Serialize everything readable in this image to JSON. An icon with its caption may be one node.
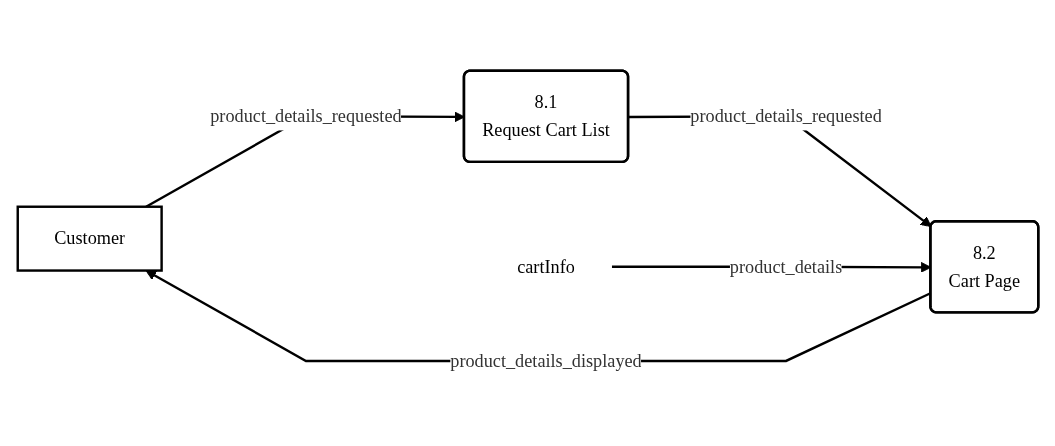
{
  "diagram": {
    "nodes": [
      {
        "text": [
          "Customer"
        ]
      },
      {
        "text": [
          "8.1",
          "Request Cart List"
        ]
      },
      {
        "text": [
          "8.2",
          "Cart Page"
        ]
      },
      {
        "text": [
          "cartInfo"
        ]
      }
    ],
    "edges": [
      {
        "from": 0,
        "to": 1,
        "arrow": "to",
        "label": "product_details_requested"
      },
      {
        "from": 1,
        "to": 2,
        "arrow": "to",
        "label": "product_details_requested"
      },
      {
        "from": 2,
        "to": 0,
        "arrow": "to",
        "label": "product_details_displayed"
      },
      {
        "from": 3,
        "to": 2,
        "arrow": "to",
        "label": "product_details"
      }
    ]
  }
}
